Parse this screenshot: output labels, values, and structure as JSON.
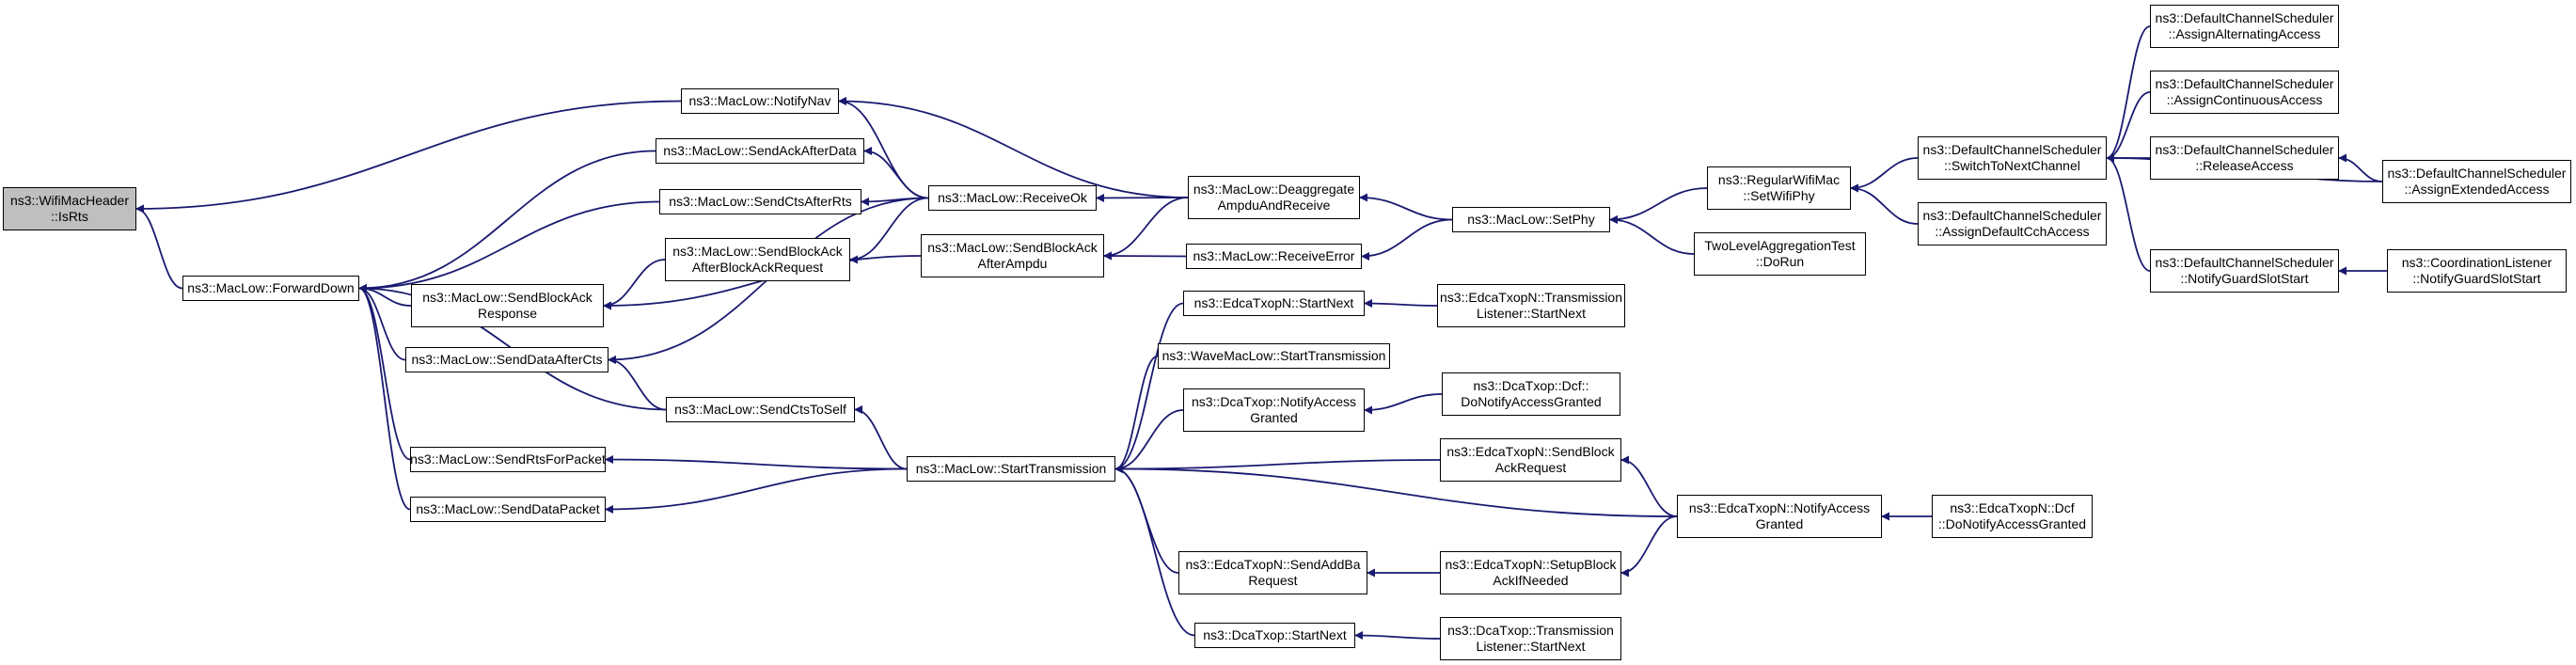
{
  "colors": {
    "edge": "#191970",
    "node_border": "#000000",
    "node_fill": "#ffffff",
    "root_fill": "#bfbfbf"
  },
  "nodes": {
    "isRts": [
      "ns3::WifiMacHeader",
      "::IsRts"
    ],
    "forwardDown": [
      "ns3::MacLow::ForwardDown"
    ],
    "notifyNav": [
      "ns3::MacLow::NotifyNav"
    ],
    "sendAckAfterData": [
      "ns3::MacLow::SendAckAfterData"
    ],
    "sendCtsAfterRts": [
      "ns3::MacLow::SendCtsAfterRts"
    ],
    "sendBlockAckAfterBlockAckRequest": [
      "ns3::MacLow::SendBlockAck",
      "AfterBlockAckRequest"
    ],
    "sendBlockAckResponse": [
      "ns3::MacLow::SendBlockAck",
      "Response"
    ],
    "sendDataAfterCts": [
      "ns3::MacLow::SendDataAfterCts"
    ],
    "sendCtsToSelf": [
      "ns3::MacLow::SendCtsToSelf"
    ],
    "sendRtsForPacket": [
      "ns3::MacLow::SendRtsForPacket"
    ],
    "sendDataPacket": [
      "ns3::MacLow::SendDataPacket"
    ],
    "receiveOk": [
      "ns3::MacLow::ReceiveOk"
    ],
    "sendBlockAckAfterAmpdu": [
      "ns3::MacLow::SendBlockAck",
      "AfterAmpdu"
    ],
    "startTransmission": [
      "ns3::MacLow::StartTransmission"
    ],
    "deaggregate": [
      "ns3::MacLow::Deaggregate",
      "AmpduAndReceive"
    ],
    "receiveError": [
      "ns3::MacLow::ReceiveError"
    ],
    "edcaStartNext": [
      "ns3::EdcaTxopN::StartNext"
    ],
    "waveStartTransmission": [
      "ns3::WaveMacLow::StartTransmission"
    ],
    "dcaNotifyAccessGranted": [
      "ns3::DcaTxop::NotifyAccess",
      "Granted"
    ],
    "edcaSendAddBaRequest": [
      "ns3::EdcaTxopN::SendAddBa",
      "Request"
    ],
    "dcaStartNext": [
      "ns3::DcaTxop::StartNext"
    ],
    "setPhy": [
      "ns3::MacLow::SetPhy"
    ],
    "edcaTransmissionListenerStartNext": [
      "ns3::EdcaTxopN::Transmission",
      "Listener::StartNext"
    ],
    "dcfDoNotifyAccessGranted": [
      "ns3::DcaTxop::Dcf::",
      "DoNotifyAccessGranted"
    ],
    "edcaSendBlockAckRequest": [
      "ns3::EdcaTxopN::SendBlock",
      "AckRequest"
    ],
    "edcaSetupBlockAckIfNeeded": [
      "ns3::EdcaTxopN::SetupBlock",
      "AckIfNeeded"
    ],
    "dcaTransmissionListenerStartNext": [
      "ns3::DcaTxop::Transmission",
      "Listener::StartNext"
    ],
    "regularSetWifiPhy": [
      "ns3::RegularWifiMac",
      "::SetWifiPhy"
    ],
    "twoLevelDoRun": [
      "TwoLevelAggregationTest",
      "::DoRun"
    ],
    "edcaNotifyAccessGranted": [
      "ns3::EdcaTxopN::NotifyAccess",
      "Granted"
    ],
    "switchToNextChannel": [
      "ns3::DefaultChannelScheduler",
      "::SwitchToNextChannel"
    ],
    "assignDefaultCchAccess": [
      "ns3::DefaultChannelScheduler",
      "::AssignDefaultCchAccess"
    ],
    "edcaDcfDoNotifyAccessGranted": [
      "ns3::EdcaTxopN::Dcf",
      "::DoNotifyAccessGranted"
    ],
    "assignAlternatingAccess": [
      "ns3::DefaultChannelScheduler",
      "::AssignAlternatingAccess"
    ],
    "assignContinuousAccess": [
      "ns3::DefaultChannelScheduler",
      "::AssignContinuousAccess"
    ],
    "releaseAccess": [
      "ns3::DefaultChannelScheduler",
      "::ReleaseAccess"
    ],
    "notifyGuardSlotStart": [
      "ns3::DefaultChannelScheduler",
      "::NotifyGuardSlotStart"
    ],
    "assignExtendedAccess": [
      "ns3::DefaultChannelScheduler",
      "::AssignExtendedAccess"
    ],
    "coordinationListenerNotifyGuardSlotStart": [
      "ns3::CoordinationListener",
      "::NotifyGuardSlotStart"
    ]
  },
  "edges": [
    [
      "forwardDown",
      "isRts"
    ],
    [
      "notifyNav",
      "isRts"
    ],
    [
      "sendAckAfterData",
      "forwardDown"
    ],
    [
      "sendCtsAfterRts",
      "forwardDown"
    ],
    [
      "sendBlockAckResponse",
      "forwardDown"
    ],
    [
      "sendDataAfterCts",
      "forwardDown"
    ],
    [
      "sendCtsToSelf",
      "forwardDown"
    ],
    [
      "sendRtsForPacket",
      "forwardDown"
    ],
    [
      "sendDataPacket",
      "forwardDown"
    ],
    [
      "receiveOk",
      "notifyNav"
    ],
    [
      "deaggregate",
      "notifyNav"
    ],
    [
      "receiveOk",
      "sendAckAfterData"
    ],
    [
      "receiveOk",
      "sendCtsAfterRts"
    ],
    [
      "receiveOk",
      "sendBlockAckAfterBlockAckRequest"
    ],
    [
      "sendBlockAckAfterBlockAckRequest",
      "sendBlockAckResponse"
    ],
    [
      "sendBlockAckAfterAmpdu",
      "sendBlockAckResponse"
    ],
    [
      "receiveOk",
      "sendDataAfterCts"
    ],
    [
      "sendCtsToSelf",
      "sendDataAfterCts"
    ],
    [
      "startTransmission",
      "sendCtsToSelf"
    ],
    [
      "startTransmission",
      "sendRtsForPacket"
    ],
    [
      "startTransmission",
      "sendDataPacket"
    ],
    [
      "deaggregate",
      "receiveOk"
    ],
    [
      "receiveError",
      "sendBlockAckAfterAmpdu"
    ],
    [
      "deaggregate",
      "sendBlockAckAfterAmpdu"
    ],
    [
      "setPhy",
      "deaggregate"
    ],
    [
      "setPhy",
      "receiveError"
    ],
    [
      "edcaStartNext",
      "startTransmission"
    ],
    [
      "waveStartTransmission",
      "startTransmission"
    ],
    [
      "dcaNotifyAccessGranted",
      "startTransmission"
    ],
    [
      "edcaSendBlockAckRequest",
      "startTransmission"
    ],
    [
      "edcaNotifyAccessGranted",
      "startTransmission"
    ],
    [
      "edcaSendAddBaRequest",
      "startTransmission"
    ],
    [
      "dcaStartNext",
      "startTransmission"
    ],
    [
      "edcaTransmissionListenerStartNext",
      "edcaStartNext"
    ],
    [
      "dcfDoNotifyAccessGranted",
      "dcaNotifyAccessGranted"
    ],
    [
      "edcaSetupBlockAckIfNeeded",
      "edcaSendAddBaRequest"
    ],
    [
      "dcaTransmissionListenerStartNext",
      "dcaStartNext"
    ],
    [
      "edcaNotifyAccessGranted",
      "edcaSendBlockAckRequest"
    ],
    [
      "edcaNotifyAccessGranted",
      "edcaSetupBlockAckIfNeeded"
    ],
    [
      "edcaDcfDoNotifyAccessGranted",
      "edcaNotifyAccessGranted"
    ],
    [
      "regularSetWifiPhy",
      "setPhy"
    ],
    [
      "twoLevelDoRun",
      "setPhy"
    ],
    [
      "switchToNextChannel",
      "regularSetWifiPhy"
    ],
    [
      "assignDefaultCchAccess",
      "regularSetWifiPhy"
    ],
    [
      "assignAlternatingAccess",
      "switchToNextChannel"
    ],
    [
      "assignContinuousAccess",
      "switchToNextChannel"
    ],
    [
      "releaseAccess",
      "switchToNextChannel"
    ],
    [
      "assignExtendedAccess",
      "switchToNextChannel"
    ],
    [
      "notifyGuardSlotStart",
      "switchToNextChannel"
    ],
    [
      "assignExtendedAccess",
      "releaseAccess"
    ],
    [
      "coordinationListenerNotifyGuardSlotStart",
      "notifyGuardSlotStart"
    ]
  ]
}
